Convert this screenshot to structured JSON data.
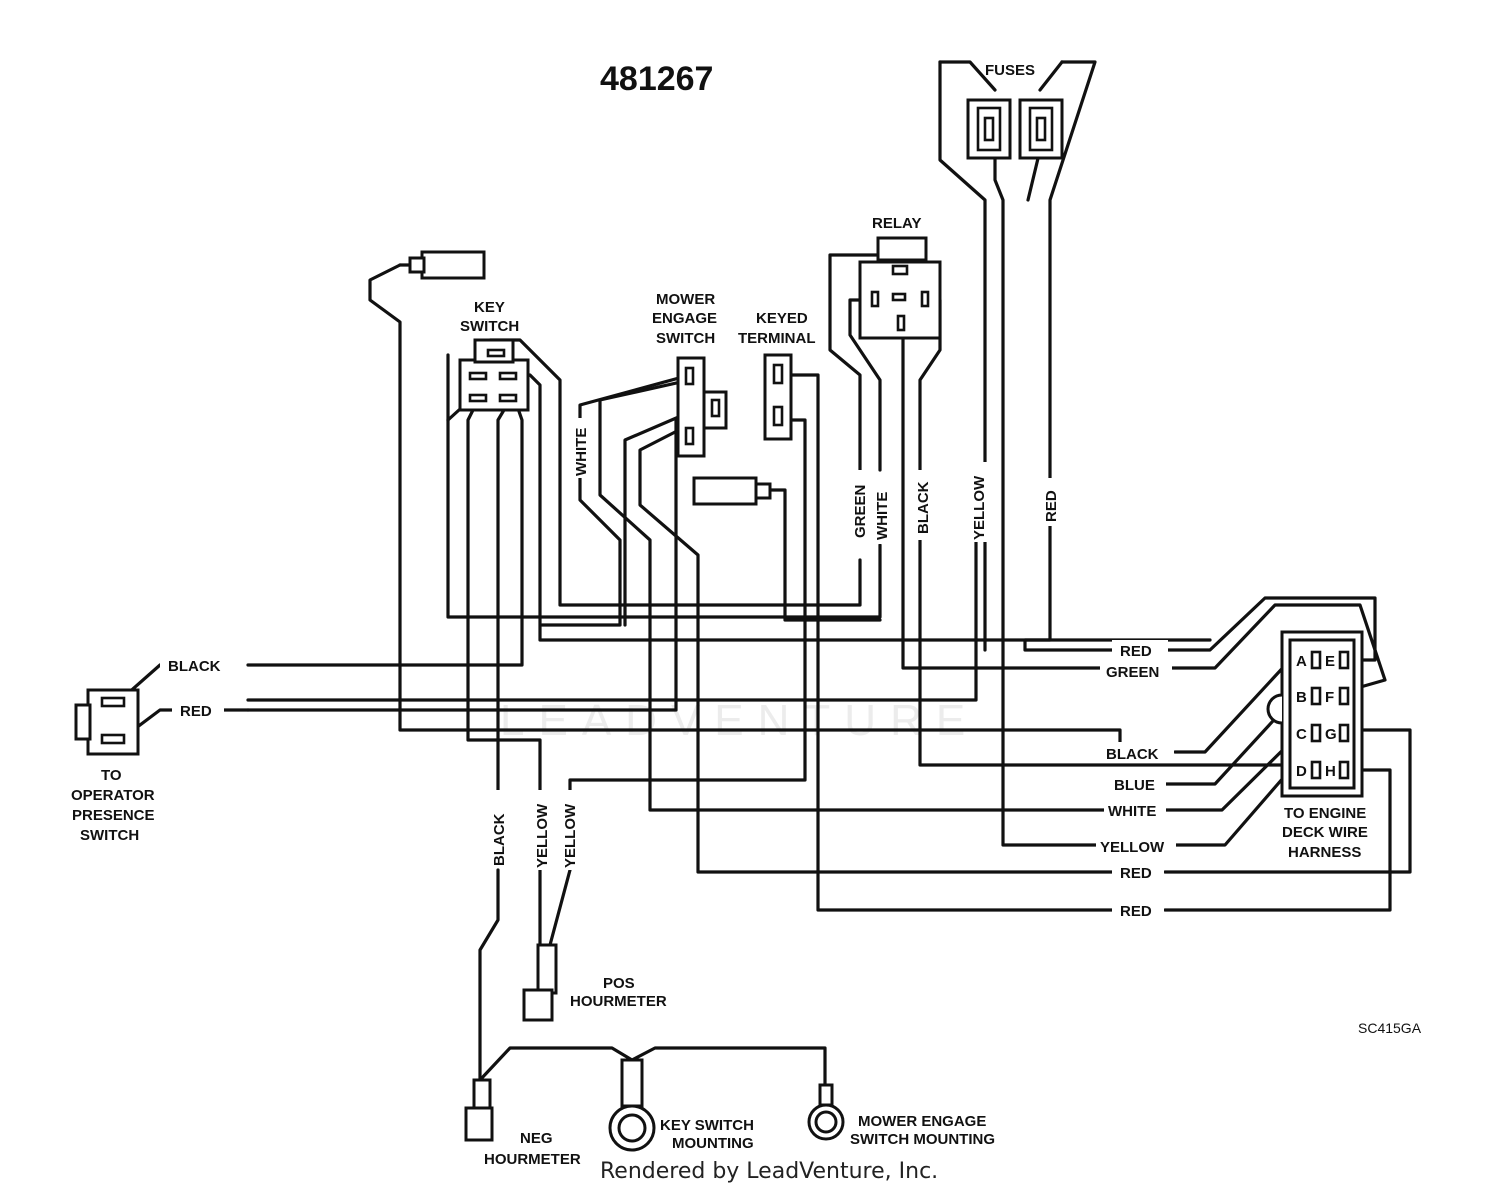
{
  "title": "481267",
  "drawing_code": "SC415GA",
  "footer": "Rendered by LeadVenture, Inc.",
  "watermark": "LEADVENTURE",
  "components": {
    "fuses": "FUSES",
    "relay": "RELAY",
    "key_switch": [
      "KEY",
      "SWITCH"
    ],
    "mower_engage_switch": [
      "MOWER",
      "ENGAGE",
      "SWITCH"
    ],
    "keyed_terminal": [
      "KEYED",
      "TERMINAL"
    ],
    "operator_presence": [
      "TO",
      "OPERATOR",
      "PRESENCE",
      "SWITCH"
    ],
    "engine_deck": [
      "TO ENGINE",
      "DECK WIRE",
      "HARNESS"
    ],
    "pos_hourmeter": [
      "POS",
      "HOURMETER"
    ],
    "neg_hourmeter": [
      "NEG",
      "HOURMETER"
    ],
    "key_switch_mounting": [
      "KEY SWITCH",
      "MOUNTING"
    ],
    "mower_engage_mounting": [
      "MOWER ENGAGE",
      "SWITCH MOUNTING"
    ]
  },
  "connector_pins": [
    "A",
    "B",
    "C",
    "D",
    "E",
    "F",
    "G",
    "H"
  ],
  "wire_labels": {
    "black_ops": "BLACK",
    "red_ops": "RED",
    "white_mes": "WHITE",
    "green_relay": "GREEN",
    "white_relay": "WHITE",
    "black_relay": "BLACK",
    "yellow_fuse": "YELLOW",
    "red_fuse": "RED",
    "black_hour": "BLACK",
    "yellow_hour_1": "YELLOW",
    "yellow_hour_2": "YELLOW",
    "red_a": "RED",
    "green_b": "GREEN",
    "black_c": "BLACK",
    "blue_d": "BLUE",
    "white_e": "WHITE",
    "yellow_f": "YELLOW",
    "red_g": "RED",
    "red_h": "RED"
  }
}
